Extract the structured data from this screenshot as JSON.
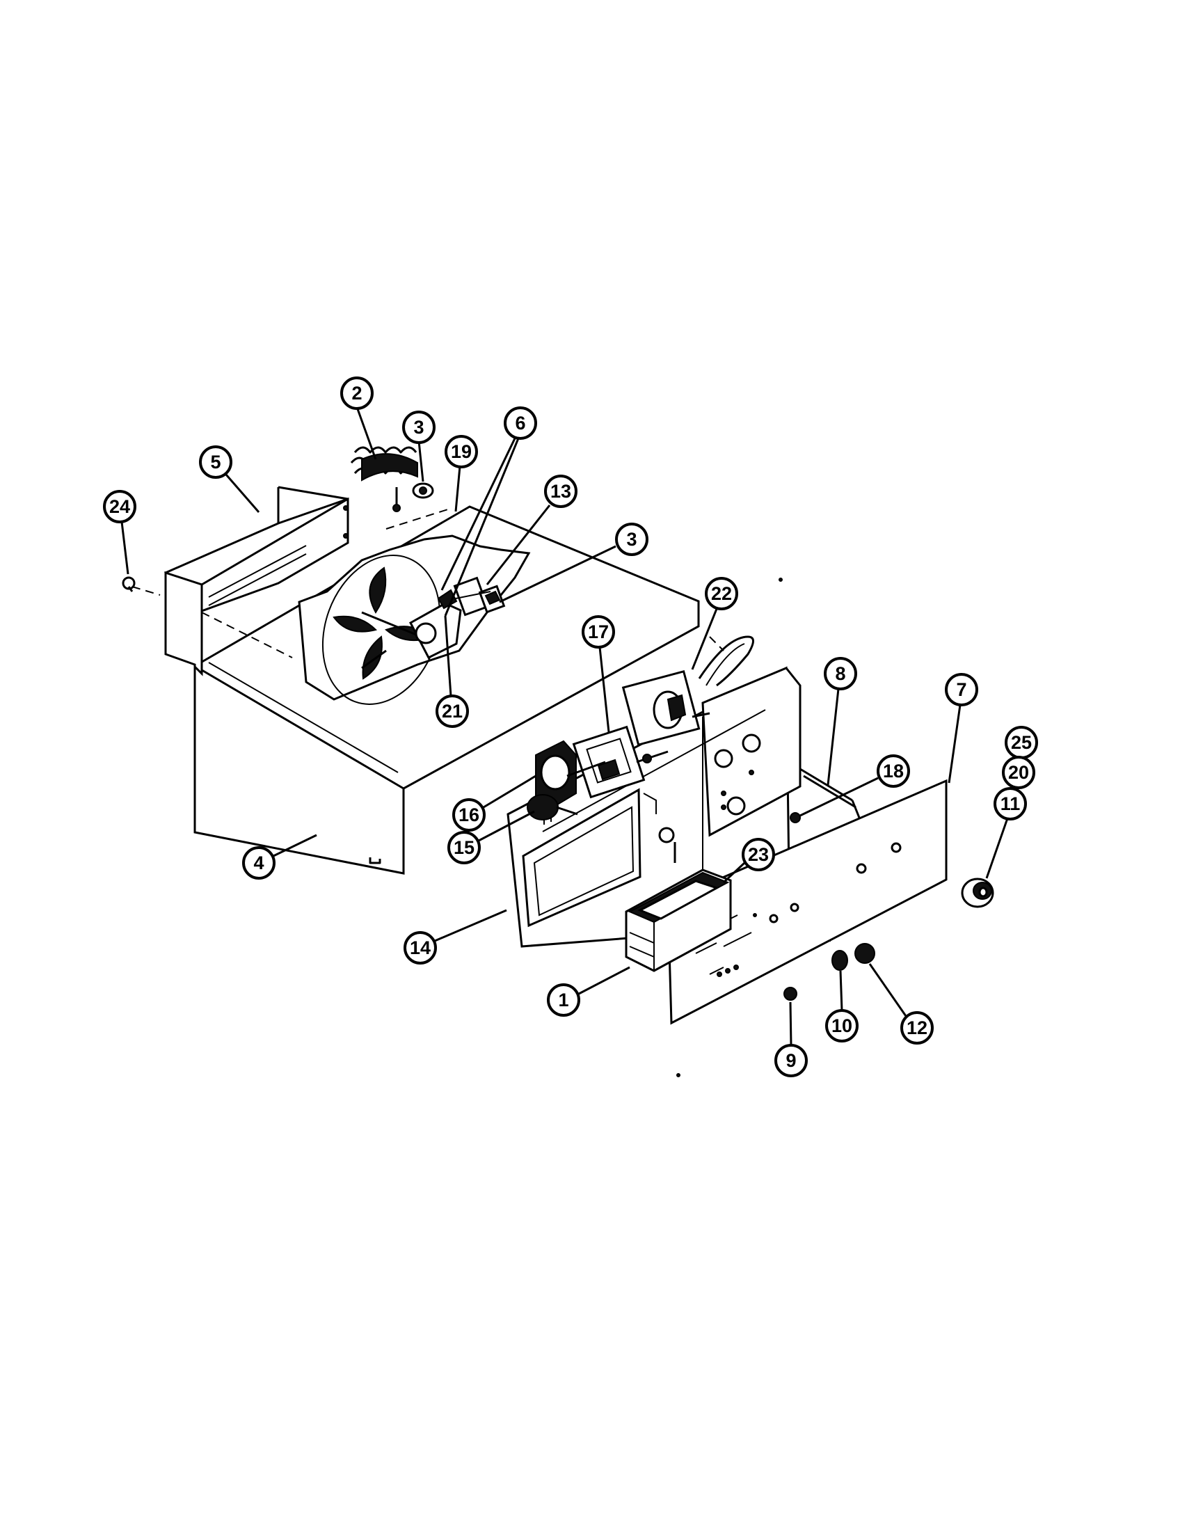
{
  "diagram": {
    "callouts": [
      {
        "id": "c2",
        "label": "2"
      },
      {
        "id": "c3a",
        "label": "3"
      },
      {
        "id": "c19",
        "label": "19"
      },
      {
        "id": "c6",
        "label": "6"
      },
      {
        "id": "c5",
        "label": "5"
      },
      {
        "id": "c13",
        "label": "13"
      },
      {
        "id": "c24",
        "label": "24"
      },
      {
        "id": "c3b",
        "label": "3"
      },
      {
        "id": "c22",
        "label": "22"
      },
      {
        "id": "c17",
        "label": "17"
      },
      {
        "id": "c21",
        "label": "21"
      },
      {
        "id": "c8",
        "label": "8"
      },
      {
        "id": "c7",
        "label": "7"
      },
      {
        "id": "c25",
        "label": "25"
      },
      {
        "id": "c20",
        "label": "20"
      },
      {
        "id": "c11",
        "label": "11"
      },
      {
        "id": "c16",
        "label": "16"
      },
      {
        "id": "c18",
        "label": "18"
      },
      {
        "id": "c15",
        "label": "15"
      },
      {
        "id": "c4",
        "label": "4"
      },
      {
        "id": "c23",
        "label": "23"
      },
      {
        "id": "c14",
        "label": "14"
      },
      {
        "id": "c1",
        "label": "1"
      },
      {
        "id": "c12",
        "label": "12"
      },
      {
        "id": "c10",
        "label": "10"
      },
      {
        "id": "c9",
        "label": "9"
      }
    ]
  }
}
